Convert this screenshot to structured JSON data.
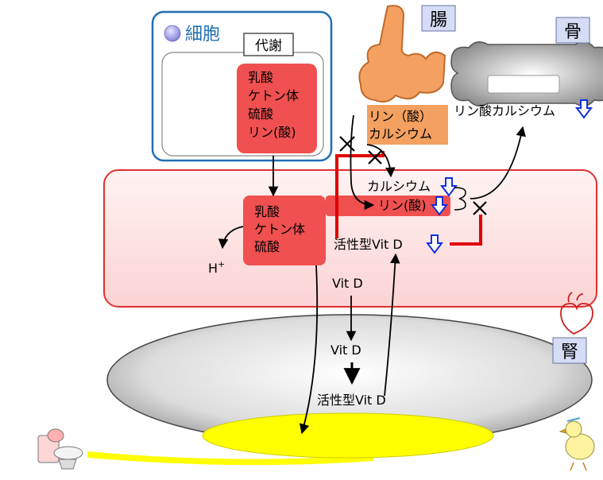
{
  "organs": {
    "cell": "細胞",
    "intestine": "腸",
    "bone": "骨",
    "kidney": "腎"
  },
  "cell": {
    "metabolism_label": "代謝",
    "products": [
      "乳酸",
      "ケトン体",
      "硫酸",
      "リン(酸)"
    ]
  },
  "intestine": {
    "absorbed": [
      "リン（酸）",
      "カルシウム"
    ]
  },
  "bone": {
    "deposit": "リン酸カルシウム"
  },
  "blood": {
    "acids": [
      "乳酸",
      "ケトン体",
      "硫酸"
    ],
    "proton": "H",
    "proton_sup": "+",
    "calcium": "カルシウム",
    "phosphate": "リン(酸)",
    "active_vitd": "活性型Vit D"
  },
  "kidney_path": {
    "vitd_blood": "Vit D",
    "vitd_kidney": "Vit D",
    "active_vitd_kidney": "活性型Vit D"
  },
  "colors": {
    "cell_border": "#1f6fb4",
    "blood_fill": "#fde0e0",
    "blood_border": "#e03030",
    "acid_box": "#f05050",
    "intestine_box": "#f3a060",
    "down_arrow": "#1030e0",
    "red_path": "#e00000",
    "urine": "#ffff00"
  }
}
